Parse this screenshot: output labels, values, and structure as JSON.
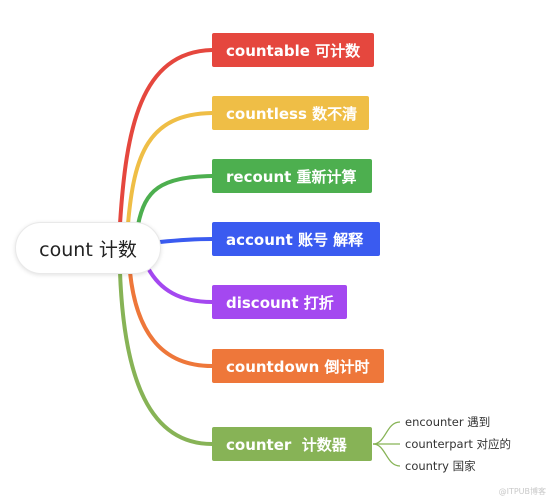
{
  "root": {
    "label": "count 计数"
  },
  "branches": [
    {
      "label": "countable 可计数",
      "color": "#E5473E"
    },
    {
      "label": "countless 数不清",
      "color": "#EFBE46"
    },
    {
      "label": "recount 重新计算",
      "color": "#4DAF4F"
    },
    {
      "label": "account 账号 解释",
      "color": "#3A5BF0"
    },
    {
      "label": "discount 打折",
      "color": "#A448F0"
    },
    {
      "label": "countdown 倒计时",
      "color": "#EE773A"
    },
    {
      "label": "counter  计数器",
      "color": "#87B356"
    }
  ],
  "leaves": [
    {
      "label": "encounter 遇到"
    },
    {
      "label": "counterpart 对应的"
    },
    {
      "label": "country 国家"
    }
  ],
  "watermark": "@ITPUB博客"
}
